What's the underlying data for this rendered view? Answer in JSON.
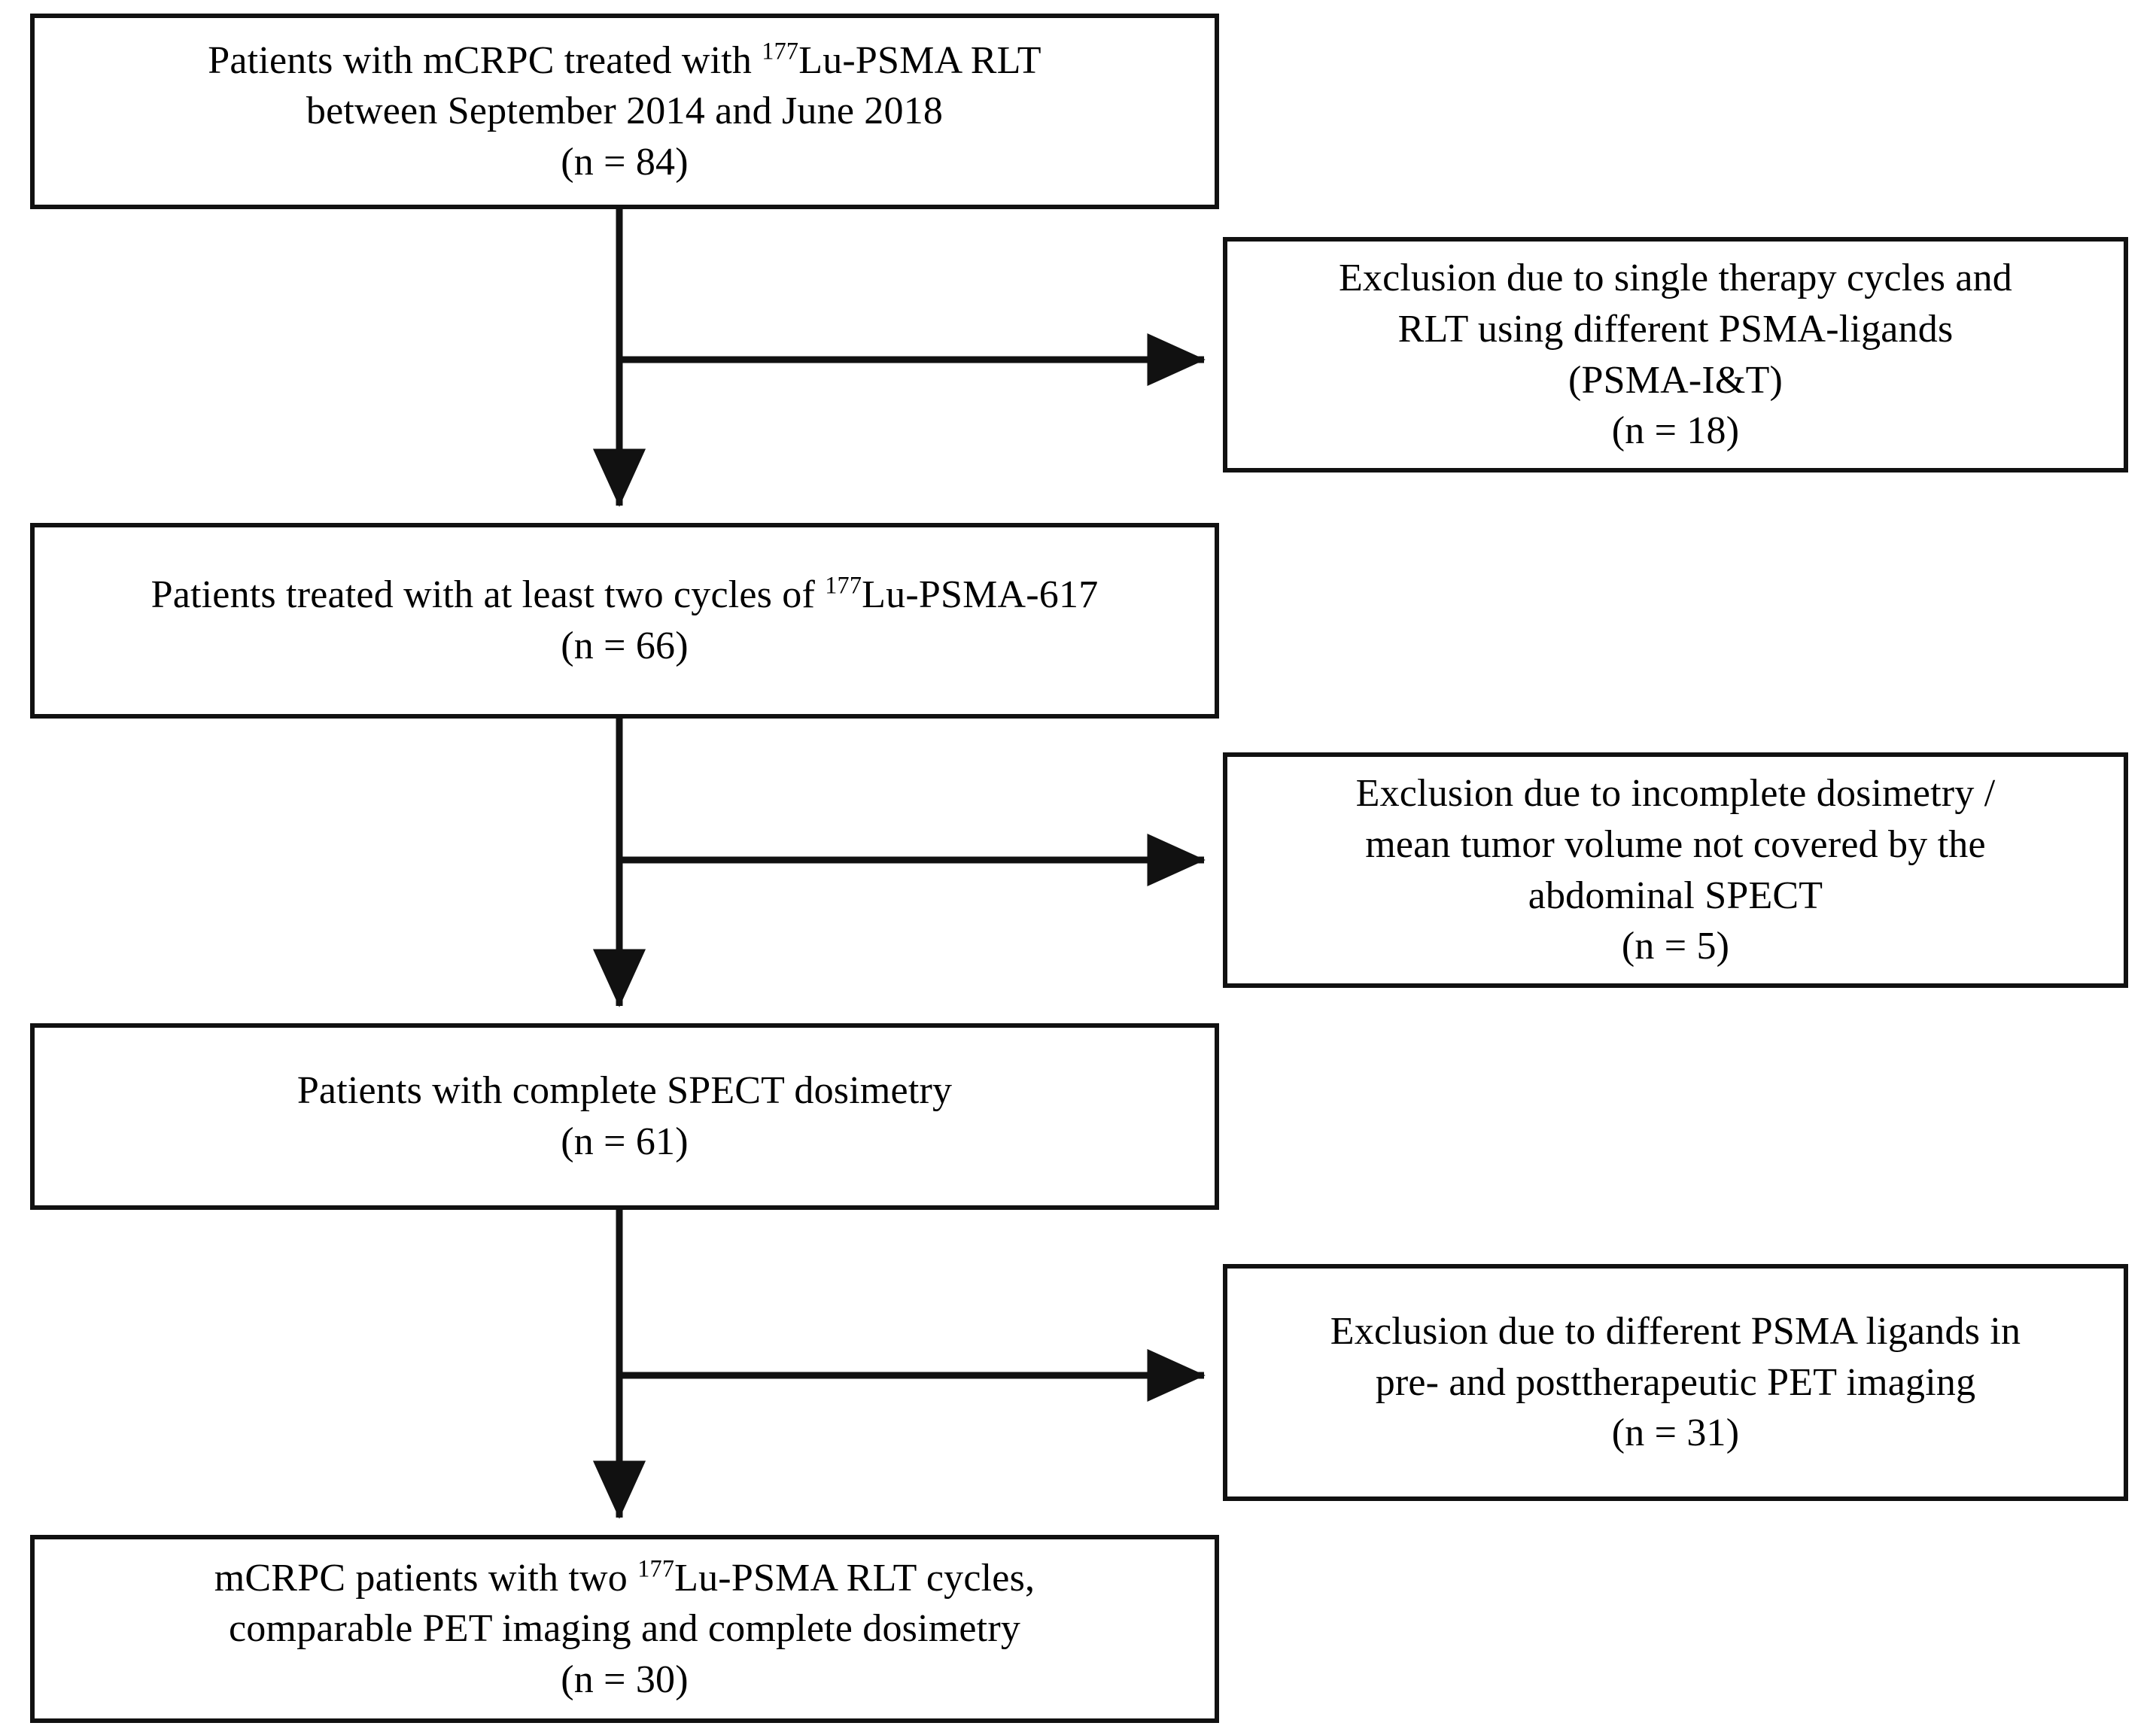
{
  "diagram": {
    "type": "flowchart",
    "title": "Patient selection flow diagram",
    "orientation": "top-to-bottom with right-side exclusion branches",
    "colors": {
      "box_border": "#111111",
      "box_fill": "#ffffff",
      "connector": "#111111",
      "text": "#000000"
    }
  },
  "nodes": {
    "enrolled": {
      "line1_a": "Patients with mCRPC treated with ",
      "line1_sup": "177",
      "line1_b": "Lu-PSMA RLT",
      "line2": "between September 2014 and June 2018",
      "line3": "(n = 84)",
      "count": 84
    },
    "exclusion_1": {
      "line1": "Exclusion due to single therapy cycles and",
      "line2": "RLT using different PSMA-ligands",
      "line3": "(PSMA-I&T)",
      "line4": "(n = 18)",
      "count": 18
    },
    "two_cycles": {
      "line1_a": "Patients treated with at least two cycles of ",
      "line1_sup": "177",
      "line1_b": "Lu-PSMA-617",
      "line2": "(n = 66)",
      "count": 66
    },
    "exclusion_2": {
      "line1": "Exclusion due to incomplete dosimetry /",
      "line2": "mean tumor volume not covered by the",
      "line3": "abdominal SPECT",
      "line4": "(n = 5)",
      "count": 5
    },
    "dosimetry": {
      "line1": "Patients with complete SPECT dosimetry",
      "line2": "(n = 61)",
      "count": 61
    },
    "exclusion_3": {
      "line1": "Exclusion due to different PSMA ligands in",
      "line2": "pre- and posttherapeutic PET imaging",
      "line3": "(n = 31)",
      "count": 31
    },
    "final": {
      "line1_a": "mCRPC patients with two ",
      "line1_sup": "177",
      "line1_b": "Lu-PSMA RLT cycles,",
      "line2": "comparable PET imaging and complete dosimetry",
      "line3": "(n = 30)",
      "count": 30
    }
  },
  "connectors": [
    {
      "name": "enrolled-to-two-cycles",
      "kind": "vertical-arrow",
      "from": "enrolled",
      "to": "two_cycles"
    },
    {
      "name": "enrolled-to-exclusion-1",
      "kind": "horizontal-arrow",
      "from": "enrolled",
      "to": "exclusion_1"
    },
    {
      "name": "two-cycles-to-dosimetry",
      "kind": "vertical-arrow",
      "from": "two_cycles",
      "to": "dosimetry"
    },
    {
      "name": "two-cycles-to-exclusion-2",
      "kind": "horizontal-arrow",
      "from": "two_cycles",
      "to": "exclusion_2"
    },
    {
      "name": "dosimetry-to-final",
      "kind": "vertical-arrow",
      "from": "dosimetry",
      "to": "final"
    },
    {
      "name": "dosimetry-to-exclusion-3",
      "kind": "horizontal-arrow",
      "from": "dosimetry",
      "to": "exclusion_3"
    }
  ]
}
